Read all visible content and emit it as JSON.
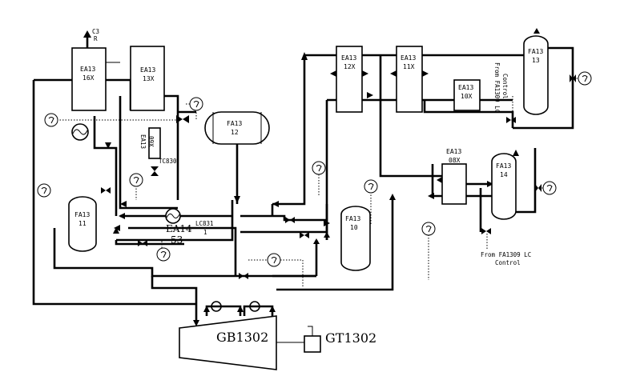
{
  "equipment": {
    "ea1316x": [
      "EA13",
      "16X"
    ],
    "ea1313x": [
      "EA13",
      "13X"
    ],
    "ea1312x": [
      "EA13",
      "12X"
    ],
    "ea1311x": [
      "EA13",
      "11X"
    ],
    "ea1310x": [
      "EA13",
      "10X"
    ],
    "ea1309x": [
      "EA13",
      "09X"
    ],
    "ea1308x": [
      "EA13",
      "08X"
    ],
    "fa1313": [
      "FA13",
      "13"
    ],
    "fa1312": [
      "FA13",
      "12"
    ],
    "fa1314": [
      "FA13",
      "14"
    ],
    "fa1311": [
      "FA13",
      "11"
    ],
    "fa1310": [
      "FA13",
      "10"
    ],
    "ea1453": [
      "EA14",
      "53"
    ],
    "gb1302": "GB1302",
    "gt1302": "GT1302"
  },
  "stream_labels": {
    "c3r": [
      "C3",
      "R"
    ],
    "tc830": "TC830",
    "lc831": [
      "LC831",
      "1"
    ],
    "from_fa1309_top": [
      "From FA1309 LC",
      "Control"
    ],
    "from_fa1309_bottom": [
      "From FA1309 LC",
      "Control"
    ]
  }
}
